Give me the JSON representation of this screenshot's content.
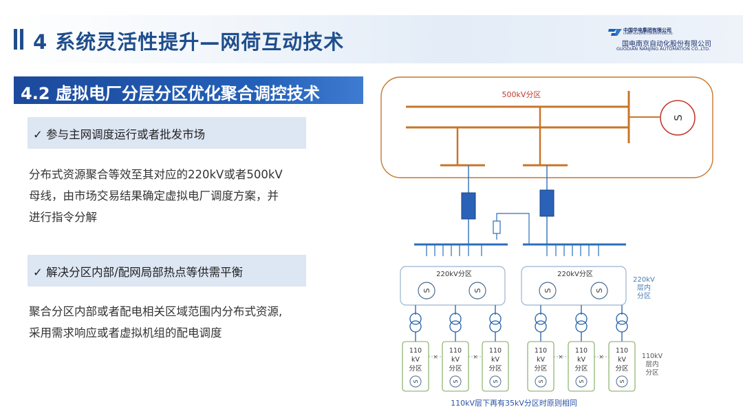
{
  "header": {
    "title": "4 系统灵活性提升—网荷互动技术",
    "logo": {
      "line1": "中国华电集团有限公司",
      "line2": "CHINA HUADIAN CORPORATION LTD.",
      "line3": "国电南京自动化股份有限公司",
      "line4": "GUODIAN NANJING AUTOMATION CO.,LTD."
    }
  },
  "section": {
    "title": "4.2 虚拟电厂分层分区优化聚合调控技术"
  },
  "bullets": [
    {
      "label": "✓ 参与主网调度运行或者批发市场",
      "paragraph": [
        "分布式资源聚合等效至其对应的220kV或者500kV",
        "母线，由市场交易结果确定虚拟电厂调度方案，并",
        "进行指令分解"
      ]
    },
    {
      "label": "✓ 解决分区内部/配网局部热点等供需平衡",
      "paragraph": [
        "聚合分区内部或者配电相关区域范围内分布式资源,",
        "采用需求响应或者虚拟机组的配电调度"
      ]
    }
  ],
  "diagram": {
    "zone500": "500kV分区",
    "generator_label": "S",
    "zone220_left": "220kV分区",
    "zone220_right": "220kV分区",
    "side220": [
      "220kV",
      "层内",
      "分区"
    ],
    "zone110_labels": [
      [
        "110",
        "kV",
        "分区"
      ],
      [
        "110",
        "kV",
        "分区"
      ],
      [
        "110",
        "kV",
        "分区"
      ],
      [
        "110",
        "kV",
        "分区"
      ],
      [
        "110",
        "kV",
        "分区"
      ],
      [
        "110",
        "kV",
        "分区"
      ]
    ],
    "side110": [
      "110kV",
      "层内",
      "分区"
    ],
    "tie_mark": "×",
    "footnote": "110kV层下再有35kV分区时原则相同",
    "colors": {
      "bus500": "#c8752a",
      "zone500_border": "#c8752a",
      "line220": "#2a6fb8",
      "transformer": "#1f5fa8",
      "zone220_border": "#9ab3cf",
      "zone110_border": "#7ea85a",
      "label220": "#4a7ab0",
      "label500": "#c0392b",
      "footnote": "#2a52a8"
    }
  }
}
